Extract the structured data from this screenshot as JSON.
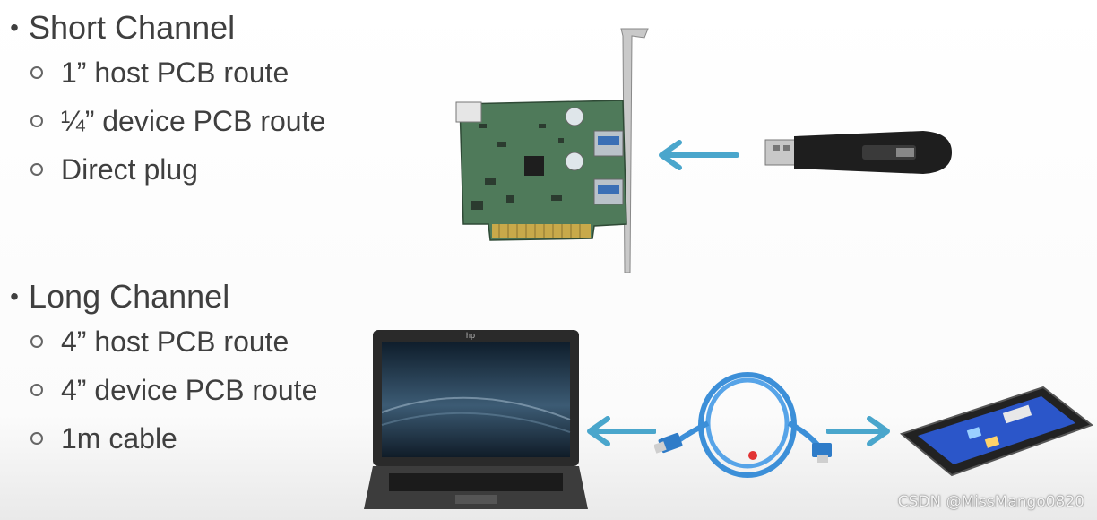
{
  "short_channel": {
    "heading": "Short Channel",
    "items": [
      "1” host PCB route",
      "¼” device PCB route",
      "Direct plug"
    ]
  },
  "long_channel": {
    "heading": "Long Channel",
    "items": [
      "4” host PCB route",
      "4” device PCB route",
      "1m cable"
    ]
  },
  "laptop_brand": "hp",
  "watermark": "CSDN @MissMango0820",
  "colors": {
    "arrow": "#4aa6cc",
    "pcb": "#4f7a5a",
    "cable": "#3c8fd8"
  }
}
